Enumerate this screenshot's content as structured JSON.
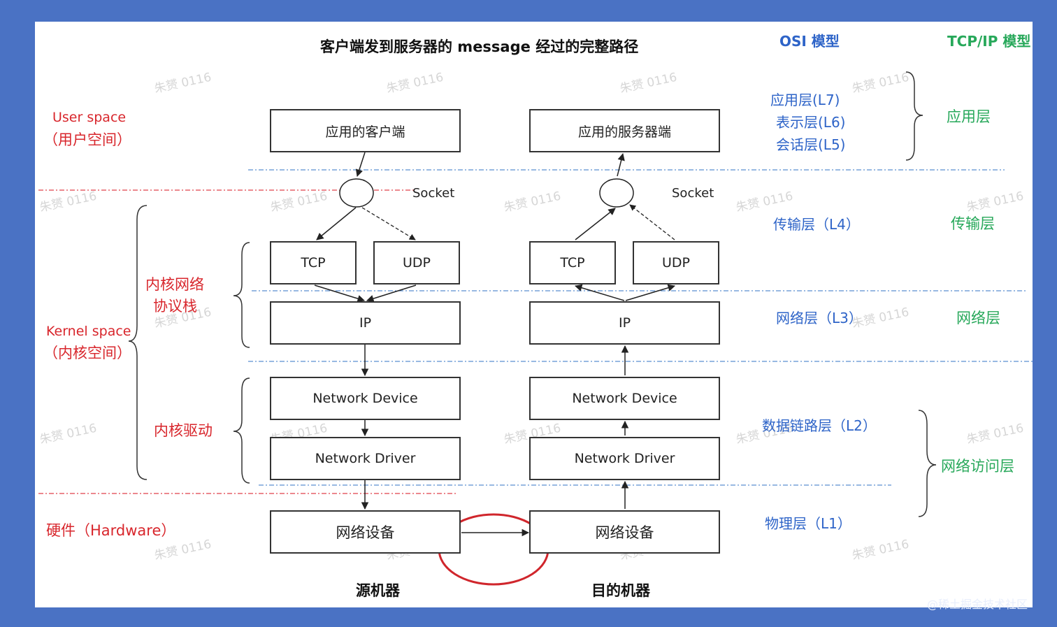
{
  "title": "客户端发到服务器的 message 经过的完整路径",
  "headers": {
    "osi": "OSI 模型",
    "tcpip": "TCP/IP 模型"
  },
  "left_labels": {
    "user_space_en": "User space",
    "user_space_cn": "（用户空间）",
    "kernel_space_en": "Kernel space",
    "kernel_space_cn": "（内核空间）",
    "kernel_net_line1": "内核网络",
    "kernel_net_line2": "协议栈",
    "kernel_driver": "内核驱动",
    "hardware": "硬件（Hardware）"
  },
  "client": {
    "app": "应用的客户端",
    "socket": "Socket",
    "tcp": "TCP",
    "udp": "UDP",
    "ip": "IP",
    "net_device": "Network Device",
    "net_driver": "Network Driver",
    "hw": "网络设备",
    "caption": "源机器"
  },
  "server": {
    "app": "应用的服务器端",
    "socket": "Socket",
    "tcp": "TCP",
    "udp": "UDP",
    "ip": "IP",
    "net_device": "Network Device",
    "net_driver": "Network Driver",
    "hw": "网络设备",
    "caption": "目的机器"
  },
  "osi_layers": {
    "l7": "应用层(L7)",
    "l6": "表示层(L6)",
    "l5": "会话层(L5)",
    "l4": "传输层（L4）",
    "l3": "网络层（L3）",
    "l2": "数据链路层（L2）",
    "l1": "物理层（L1）"
  },
  "tcpip_layers": {
    "app": "应用层",
    "transport": "传输层",
    "network": "网络层",
    "access": "网络访问层"
  },
  "watermark": "朱赟 0116",
  "credit": "@稀土掘金技术社区",
  "colors": {
    "red_label": "#d8262c",
    "blue_label": "#2e64c8",
    "green_label": "#27a85a",
    "highlight_circle": "#d0262c",
    "frame_bg": "#4a72c4"
  }
}
